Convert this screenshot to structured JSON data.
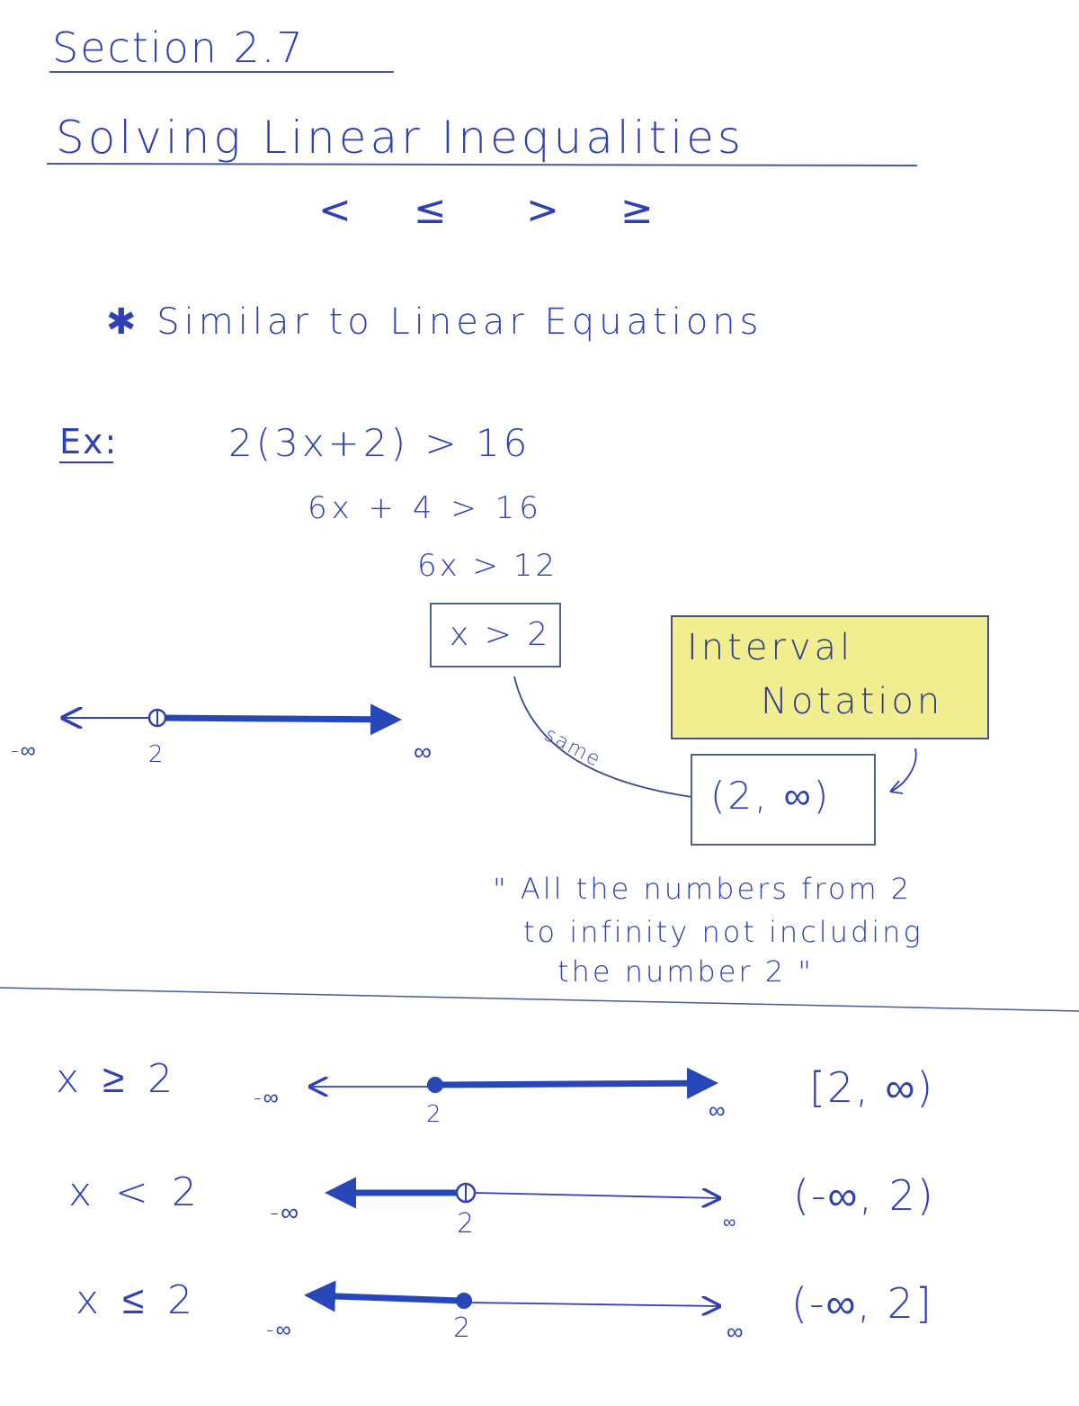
{
  "header": {
    "section": "Section 2.7",
    "title": "Solving Linear Inequalities",
    "symbols": [
      "<",
      "≤",
      ">",
      "≥"
    ]
  },
  "note": "✱ Similar to Linear Equations",
  "example": {
    "label": "Ex:",
    "steps": [
      "2(3x+2) > 16",
      "6x + 4 > 16",
      "6x > 12"
    ],
    "answer": "x > 2"
  },
  "interval_notation": {
    "label_line1": "Interval",
    "label_line2": "Notation",
    "value": "(2, ∞)",
    "connector": "same"
  },
  "first_number_line": {
    "left": "-∞",
    "point": "2",
    "right": "∞"
  },
  "quote": {
    "line1": "\" All the numbers from 2",
    "line2": "to infinity not including",
    "line3": "the number 2 \""
  },
  "rows": [
    {
      "inequality": "x ≥ 2",
      "left": "-∞",
      "point": "2",
      "right": "∞",
      "interval": "[2, ∞)"
    },
    {
      "inequality": "x < 2",
      "left": "-∞",
      "point": "2",
      "right": "∞",
      "interval": "(-∞, 2)"
    },
    {
      "inequality": "x ≤ 2",
      "left": "-∞",
      "point": "2",
      "right": "∞",
      "interval": "(-∞, 2]"
    }
  ]
}
